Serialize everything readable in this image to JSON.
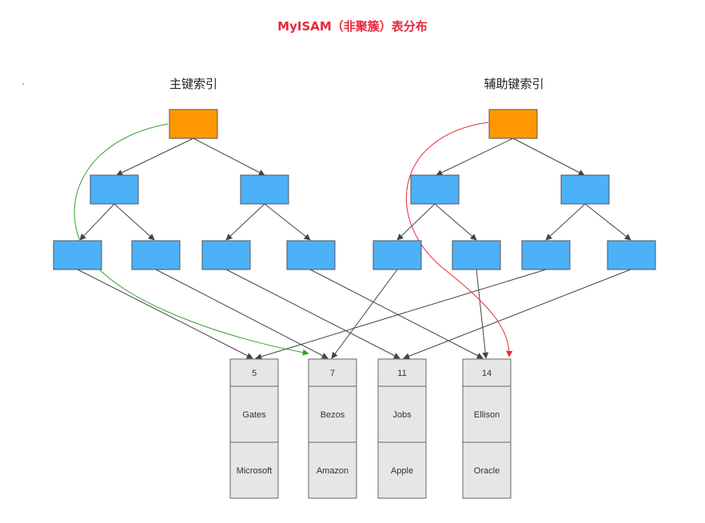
{
  "title": "MyISAM（非聚簇）表分布",
  "trees": [
    {
      "label": "主键索引",
      "arrow_color": "#33a02c",
      "root_color": "#ff9800"
    },
    {
      "label": "辅助键索引",
      "arrow_color": "#e8283c",
      "root_color": "#ff9800"
    }
  ],
  "node_color": "#4db1f7",
  "records": [
    {
      "id": "5",
      "name": "Gates",
      "company": "Microsoft"
    },
    {
      "id": "7",
      "name": "Bezos",
      "company": "Amazon"
    },
    {
      "id": "11",
      "name": "Jobs",
      "company": "Apple"
    },
    {
      "id": "14",
      "name": "Ellison",
      "company": "Oracle"
    }
  ],
  "colors": {
    "title": "#e8283c",
    "record_fill": "#e6e6e6",
    "edge": "#444444"
  }
}
